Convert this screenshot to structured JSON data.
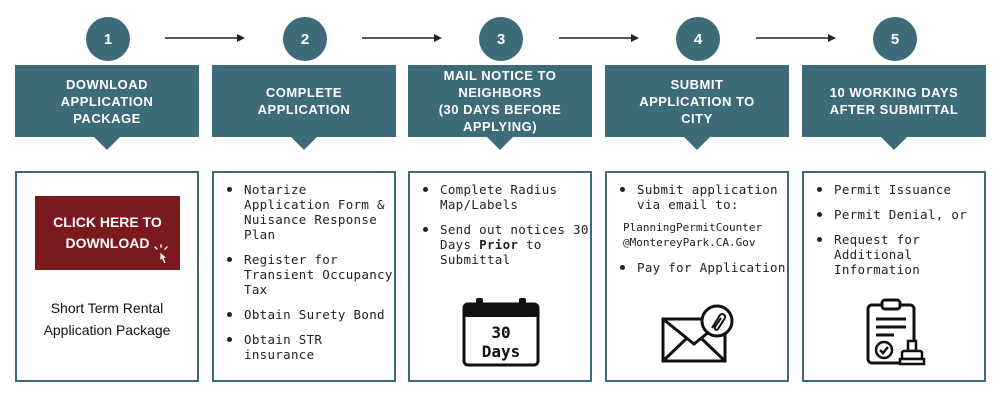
{
  "colors": {
    "accent": "#3d6b77",
    "download_button": "#7a1a1f"
  },
  "steps": [
    {
      "number": "1",
      "title": "DOWNLOAD\nAPPLICATION\nPACKAGE"
    },
    {
      "number": "2",
      "title": "COMPLETE\nAPPLICATION"
    },
    {
      "number": "3",
      "title": "MAIL NOTICE TO\nNEIGHBORS\n(30 DAYS BEFORE\nAPPLYING)"
    },
    {
      "number": "4",
      "title": "SUBMIT\nAPPLICATION TO\nCITY"
    },
    {
      "number": "5",
      "title": "10 WORKING DAYS\nAFTER SUBMITTAL"
    }
  ],
  "step1": {
    "button_label": "CLICK HERE TO\nDOWNLOAD",
    "cursor_icon": "hand-pointer-icon",
    "package_label": "Short Term Rental\nApplication Package"
  },
  "step2": {
    "items": [
      "Notarize Application Form & Nuisance Response Plan",
      "Register for Transient Occupancy Tax",
      "Obtain Surety Bond",
      "Obtain STR insurance"
    ]
  },
  "step3": {
    "item1": "Complete Radius Map/Labels",
    "item2_before": "Send out notices 30 Days ",
    "item2_bold": "Prior",
    "item2_after": " to Submittal",
    "calendar_number": "30",
    "calendar_unit": "Days",
    "calendar_icon": "calendar-icon"
  },
  "step4": {
    "item1": "Submit application via email to:",
    "email_line1": "PlanningPermitCounter",
    "email_line2": "@MontereyPark.CA.Gov",
    "item2": "Pay for Application",
    "envelope_icon": "envelope-attachment-icon"
  },
  "step5": {
    "items": [
      "Permit Issuance",
      "Permit Denial, or",
      "Request for Additional Information"
    ],
    "document_icon": "approved-document-stamp-icon"
  }
}
